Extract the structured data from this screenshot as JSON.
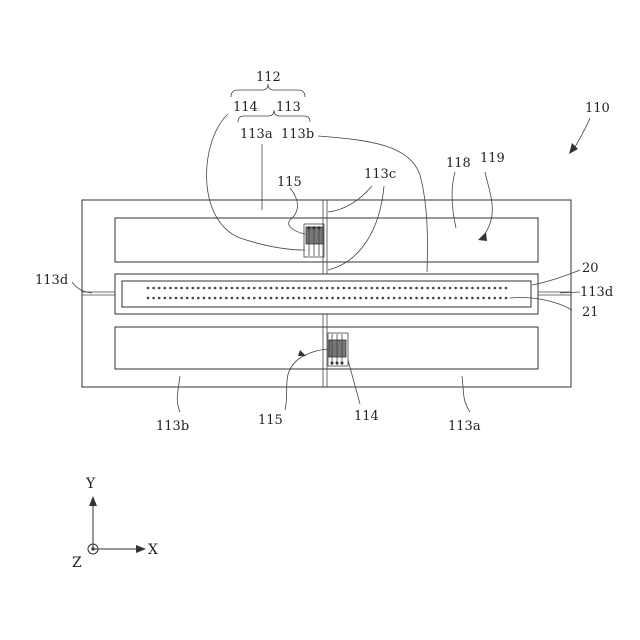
{
  "figure": {
    "ref_110": "110",
    "ref_112": "112",
    "ref_114_top": "114",
    "ref_113_top": "113",
    "ref_113a_top": "113a",
    "ref_113b_top": "113b",
    "ref_115_top": "115",
    "ref_113c": "113c",
    "ref_118": "118",
    "ref_119": "119",
    "ref_113d_left": "113d",
    "ref_20": "20",
    "ref_113d_right": "113d",
    "ref_21": "21",
    "ref_115_bottom": "115",
    "ref_114_bottom": "114",
    "ref_113b_bottom": "113b",
    "ref_113a_bottom": "113a"
  },
  "axes": {
    "y": "Y",
    "x": "X",
    "z": "Z"
  },
  "strip": {
    "dot_count_top": 65,
    "dot_count_bottom": 65
  },
  "colors": {
    "line": "#333333",
    "component_fill": "#777777"
  }
}
